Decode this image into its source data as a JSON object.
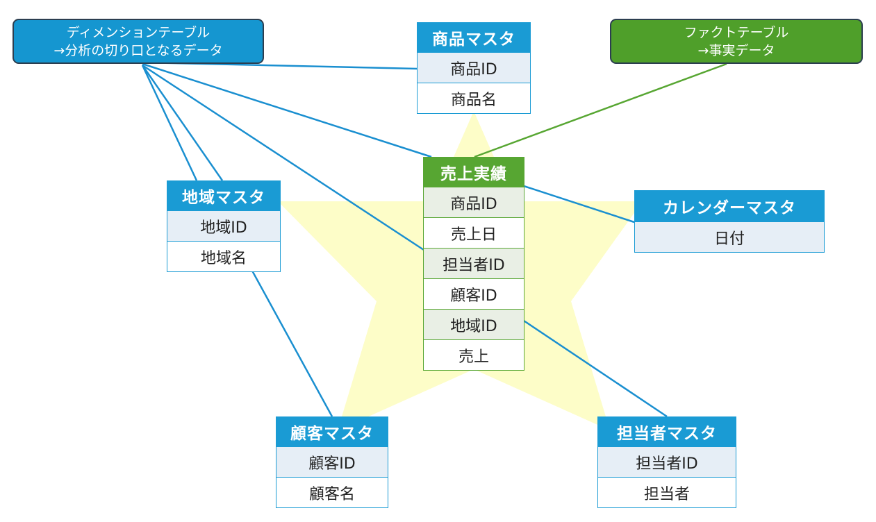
{
  "callouts": {
    "dimension": {
      "line1": "ディメンションテーブル",
      "line2": "→分析の切り口となるデータ",
      "color": "#1596d0"
    },
    "fact": {
      "line1": "ファクトテーブル",
      "line2": "→事実データ",
      "color": "#4f9f2a"
    }
  },
  "tables": {
    "product": {
      "title": "商品マスタ",
      "rows": [
        "商品ID",
        "商品名"
      ]
    },
    "sales": {
      "title": "売上実績",
      "rows": [
        "商品ID",
        "売上日",
        "担当者ID",
        "顧客ID",
        "地域ID",
        "売上"
      ]
    },
    "region": {
      "title": "地域マスタ",
      "rows": [
        "地域ID",
        "地域名"
      ]
    },
    "calendar": {
      "title": "カレンダーマスタ",
      "rows": [
        "日付"
      ]
    },
    "customer": {
      "title": "顧客マスタ",
      "rows": [
        "顧客ID",
        "顧客名"
      ]
    },
    "staff": {
      "title": "担当者マスタ",
      "rows": [
        "担当者ID",
        "担当者"
      ]
    }
  },
  "colors": {
    "dimension_header": "#1a9bd4",
    "fact_header": "#57a632",
    "star_fill": "#fdfdc8",
    "dimension_link": "#1a8fd0",
    "fact_link": "#57a632"
  }
}
